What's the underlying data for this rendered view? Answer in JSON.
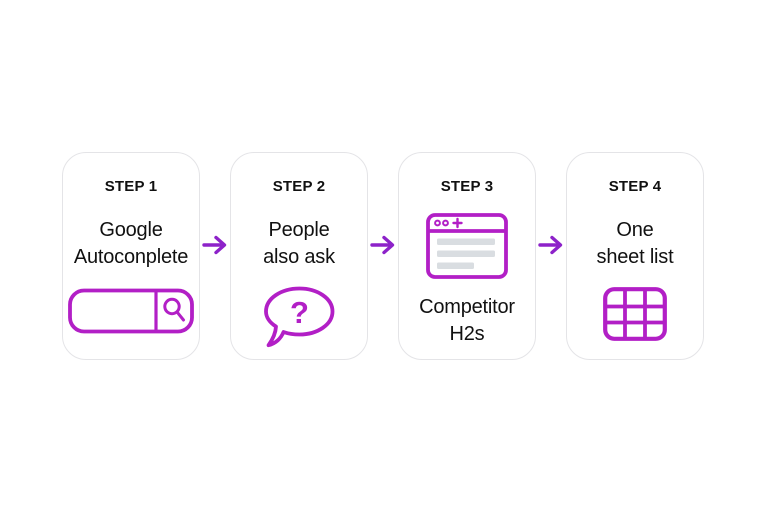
{
  "colors": {
    "icon": "#b21fc6",
    "arrow": "#8d22c9",
    "card_border": "#e4e4e7",
    "text": "#111111",
    "browser_line": "#d9dde1"
  },
  "steps": [
    {
      "label": "STEP 1",
      "title_lines": [
        "Google",
        "Autoconplete"
      ],
      "icon": "search-bar",
      "layout": "text-top"
    },
    {
      "label": "STEP 2",
      "title_lines": [
        "People",
        "also ask"
      ],
      "icon": "speech-bubble-question",
      "layout": "text-top"
    },
    {
      "label": "STEP 3",
      "title_lines": [
        "Competitor",
        "H2s"
      ],
      "icon": "browser-window",
      "layout": "icon-top"
    },
    {
      "label": "STEP 4",
      "title_lines": [
        "One",
        "sheet list"
      ],
      "icon": "grid-table",
      "layout": "text-top"
    }
  ],
  "question_mark_glyph": "?",
  "arrows": [
    {
      "glyph": "→"
    },
    {
      "glyph": "→"
    },
    {
      "glyph": "→"
    }
  ]
}
